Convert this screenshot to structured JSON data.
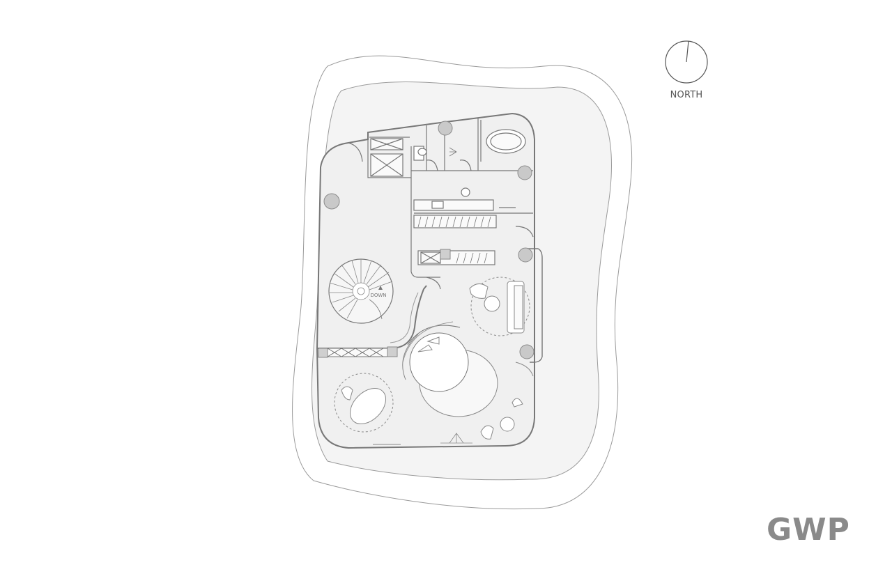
{
  "compass": {
    "label": "NORTH",
    "icon": "north-arrow-icon"
  },
  "stair": {
    "label": "DOWN",
    "icon": "spiral-stair-icon"
  },
  "logo": {
    "text": "GWP"
  },
  "colors": {
    "line": "#8c8c8c",
    "floor": "#f1f1f1",
    "column": "#c9c9c9",
    "logo": "#8a8a8a"
  }
}
